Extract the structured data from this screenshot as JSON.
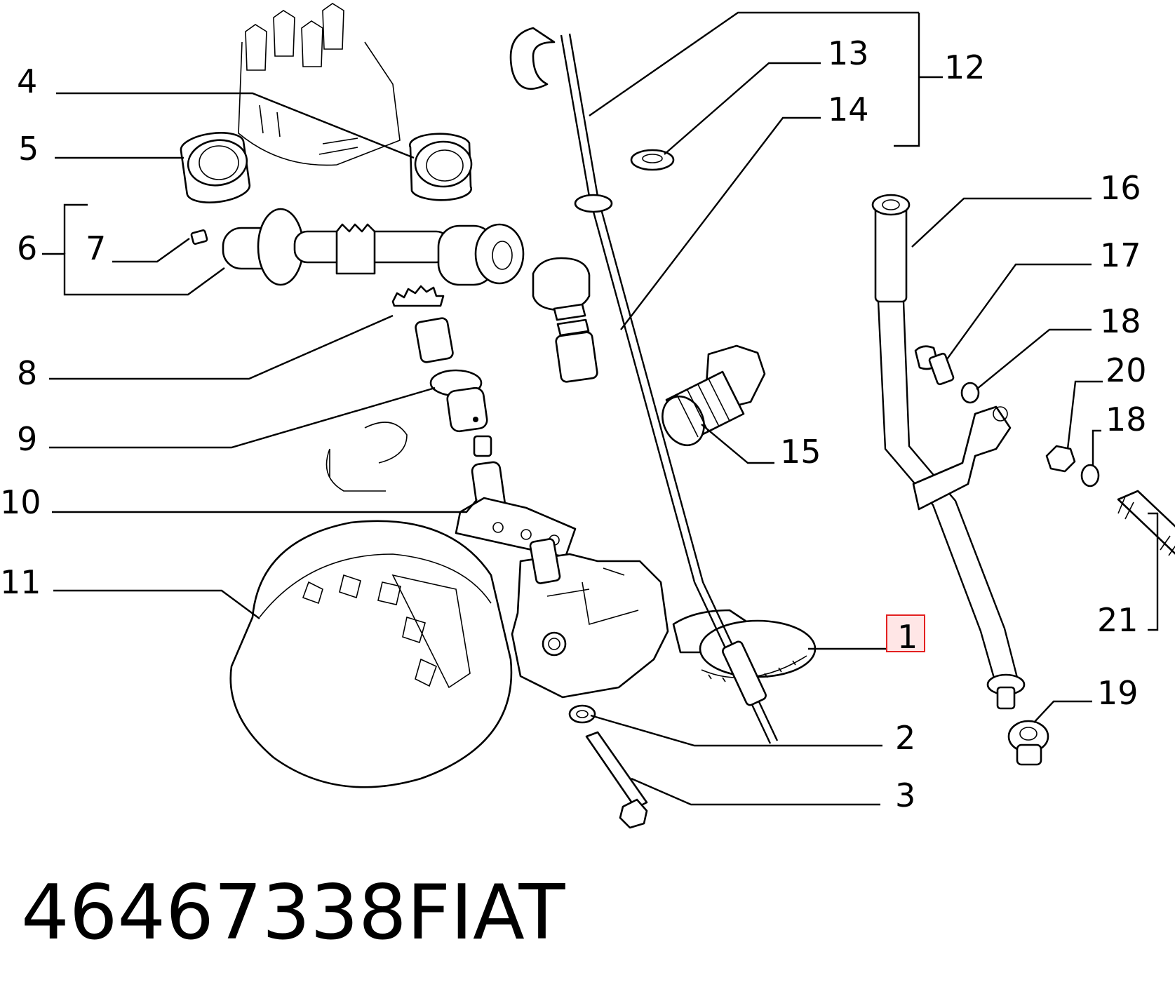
{
  "callouts": {
    "c1": "1",
    "c2": "2",
    "c3": "3",
    "c4": "4",
    "c5": "5",
    "c6": "6",
    "c7": "7",
    "c8": "8",
    "c9": "9",
    "c10": "10",
    "c11": "11",
    "c12": "12",
    "c13": "13",
    "c14": "14",
    "c15": "15",
    "c16": "16",
    "c17": "17",
    "c18a": "18",
    "c18b": "18",
    "c19": "19",
    "c20": "20",
    "c21": "21"
  },
  "highlighted_callout": "1",
  "highlight_color": "#e32020",
  "footer": {
    "part_number": "46467338",
    "brand": "FIAT"
  }
}
